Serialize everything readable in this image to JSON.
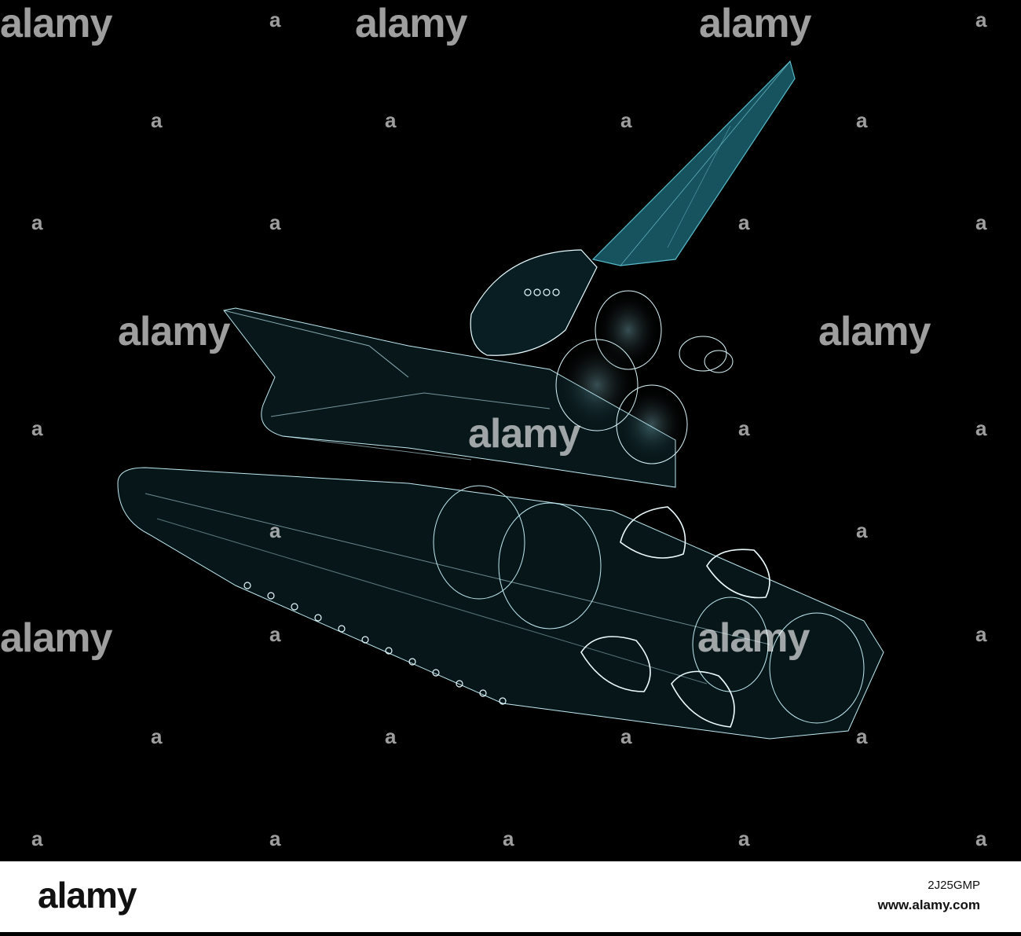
{
  "image": {
    "subject": "spacecraft-wireframe",
    "background_color": "#000000",
    "wire_color": "#bfeaf2",
    "accent_color": "#1f6f7d"
  },
  "watermark": {
    "brand": "alamy",
    "small_mark": "a"
  },
  "footer": {
    "logo": "alamy",
    "image_id": "2J25GMP",
    "url": "www.alamy.com"
  }
}
